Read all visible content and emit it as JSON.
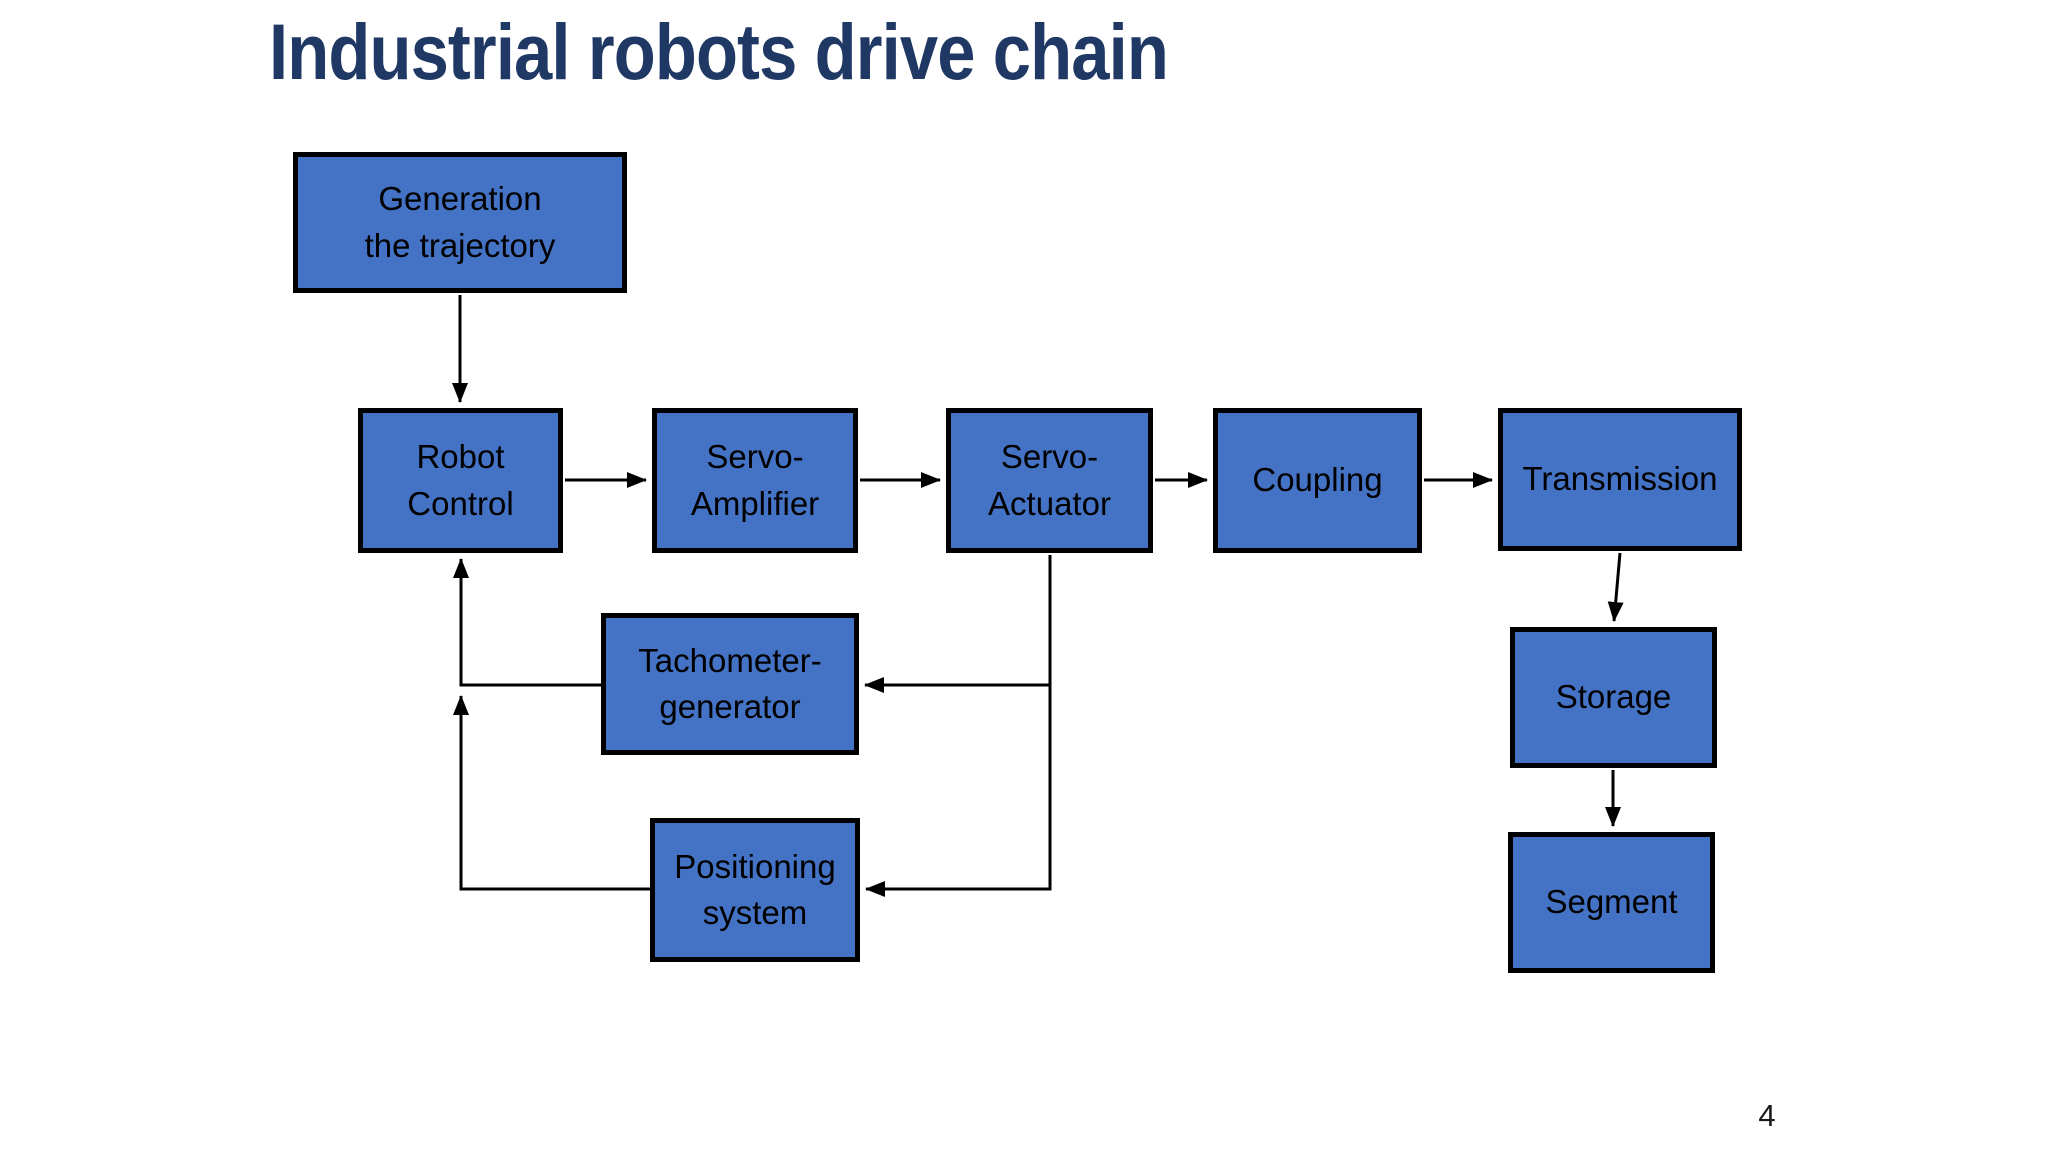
{
  "slide": {
    "title": "Industrial robots drive chain",
    "page_number": "4"
  },
  "colors": {
    "title_color": "#1f3864",
    "box_fill": "#4472c4",
    "box_border": "#000000",
    "arrow_color": "#000000",
    "background": "#ffffff"
  },
  "nodes": {
    "generation": {
      "label": "Generation\nthe trajectory"
    },
    "robot_control": {
      "label": "Robot\nControl"
    },
    "servo_amplifier": {
      "label": "Servo-\nAmplifier"
    },
    "servo_actuator": {
      "label": "Servo-\nActuator"
    },
    "coupling": {
      "label": "Coupling"
    },
    "transmission": {
      "label": "Transmission"
    },
    "storage": {
      "label": "Storage"
    },
    "segment": {
      "label": "Segment"
    },
    "tachometer": {
      "label": "Tachometer-\ngenerator"
    },
    "positioning": {
      "label": "Positioning\nsystem"
    }
  },
  "edges": [
    {
      "from": "Generation the trajectory",
      "to": "Robot Control"
    },
    {
      "from": "Robot Control",
      "to": "Servo-Amplifier"
    },
    {
      "from": "Servo-Amplifier",
      "to": "Servo-Actuator"
    },
    {
      "from": "Servo-Actuator",
      "to": "Coupling"
    },
    {
      "from": "Coupling",
      "to": "Transmission"
    },
    {
      "from": "Transmission",
      "to": "Storage"
    },
    {
      "from": "Storage",
      "to": "Segment"
    },
    {
      "from": "Servo-Actuator",
      "to": "Tachometer-generator"
    },
    {
      "from": "Servo-Actuator",
      "to": "Positioning system"
    },
    {
      "from": "Tachometer-generator",
      "to": "Robot Control"
    },
    {
      "from": "Positioning system",
      "to": "Robot Control"
    }
  ]
}
